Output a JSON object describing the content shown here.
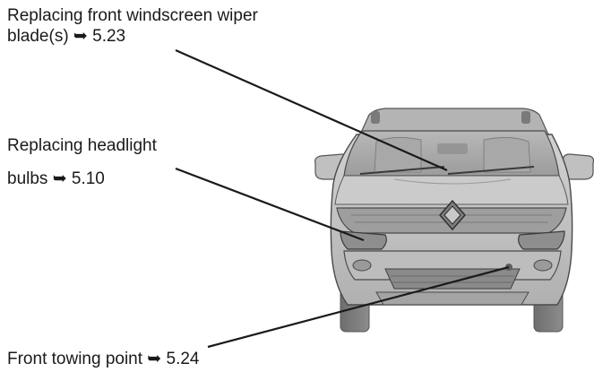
{
  "callouts": {
    "wiper": {
      "line1": "Replacing front windscreen wiper",
      "line2": "blade(s) ➥ 5.23"
    },
    "headlight": {
      "line1": "Replacing headlight",
      "line2": "bulbs ➥ 5.10"
    },
    "towing": {
      "line1": "Front towing point ➥ 5.24"
    }
  },
  "colors": {
    "car_body": "#c6c6c6",
    "car_dark": "#8a8a8a",
    "car_shadow": "#a9a9a9",
    "leader_line": "#1a1a1a",
    "text": "#1a1a1a"
  }
}
